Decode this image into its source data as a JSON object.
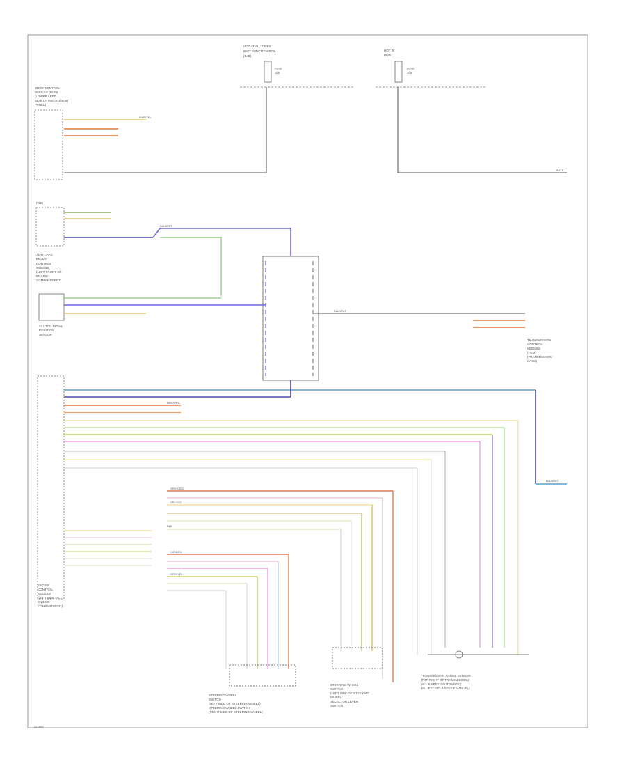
{
  "footer": {
    "code": "T20XXX"
  },
  "power_sources": [
    {
      "id": "hot_at_all_times",
      "title_lines": [
        "HOT AT ALL TIMES",
        "BATT JUNCTION BOX",
        "(BJB)"
      ]
    },
    {
      "id": "hot_in_run",
      "title_lines": [
        "HOT IN",
        "RUN"
      ]
    }
  ],
  "components": [
    {
      "id": "left_module",
      "label_lines": [
        "BODY CONTROL",
        "MODULE (BCM)",
        "(LOWER LEFT",
        "SIDE OF INSTRUMENT",
        "PANEL)"
      ]
    },
    {
      "id": "pcm_upper",
      "label_lines": [
        "PCM"
      ]
    },
    {
      "id": "brake_module",
      "label_lines": [
        "ANTI-LOCK",
        "BRAKE",
        "CONTROL",
        "MODULE",
        "(LEFT FRONT OF",
        "ENGINE",
        "COMPARTMENT)"
      ]
    },
    {
      "id": "clutch_sensor",
      "label_lines": [
        "CLUTCH PEDAL",
        "POSITION",
        "SENSOR"
      ]
    },
    {
      "id": "pcm_main",
      "label_lines": [
        "ENGINE",
        "CONTROL",
        "MODULE",
        "(LEFT SIDE OF",
        "ENGINE",
        "COMPARTMENT)"
      ]
    },
    {
      "id": "trans_module",
      "label_lines": [
        "TRANSMISSION",
        "CONTROL",
        "MODULE",
        "(TCM)",
        "(TRANSMISSION",
        "CASE)"
      ]
    },
    {
      "id": "conn_a",
      "label_lines": [
        "STEERING WHEEL",
        "SWITCH",
        "(LEFT SIDE OF STEERING WHEEL)",
        "STEERING WHEEL SWITCH",
        "(RIGHT SIDE OF STEERING WHEEL)"
      ]
    },
    {
      "id": "conn_b",
      "label_lines": [
        "STEERING WHEEL",
        "SWITCH",
        "(LEFT SIDE OF STEERING",
        "WHEEL)",
        "SELECTOR LEVER",
        "SWITCH"
      ]
    },
    {
      "id": "conn_c",
      "label_lines": [
        "TRANSMISSION RANGE SENSOR",
        "(TOP RIGHT OF TRANSMISSION)",
        "(ALL 6-SPEED AUTOMATIC)",
        "(ALL EXCEPT 6-SPEED MANUAL)"
      ]
    }
  ],
  "fuses": [
    {
      "lines": [
        "FUSE",
        "15A"
      ]
    },
    {
      "lines": [
        "FUSE",
        "10A"
      ]
    }
  ],
  "wire_labels": [
    "BLU/WHT",
    "BRN/ORG",
    "GRY/ORG",
    "YEL/VIO",
    "VIO/BRN",
    "GRN/YEL",
    "WHT/YEL",
    "BLK"
  ],
  "continuation": {
    "right_top": "BATT",
    "right_mid": "BLU/WHT"
  }
}
